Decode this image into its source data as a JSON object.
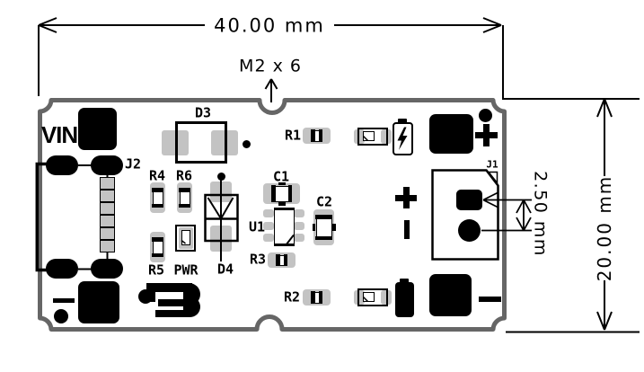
{
  "drawing": {
    "width_dim": "40.00 mm",
    "height_dim": "20.00 mm",
    "pitch_dim": "2.50 mm",
    "screw_spec": "M2 x 6"
  },
  "silkscreen": {
    "vin": "VIN",
    "j2": "J2",
    "d3": "D3",
    "r4": "R4",
    "r6": "R6",
    "r5": "R5",
    "pwr": "PWR",
    "d4": "D4",
    "c1": "C1",
    "c2": "C2",
    "u1": "U1",
    "r3": "R3",
    "r1": "R1",
    "r2": "R2",
    "j1": "J1"
  },
  "icons": {
    "battery_charging": "battery-with-lightning-bolt",
    "battery_solid": "solid-battery",
    "plus_mark": "+",
    "minus_mark": "−",
    "battery_negative_bar": "|",
    "brand_logo": "stylized-B-with-dot"
  },
  "colors": {
    "board_outline": "#666666",
    "pad_gray": "#c3c3c3",
    "silkscreen": "#000000",
    "background": "#ffffff"
  }
}
